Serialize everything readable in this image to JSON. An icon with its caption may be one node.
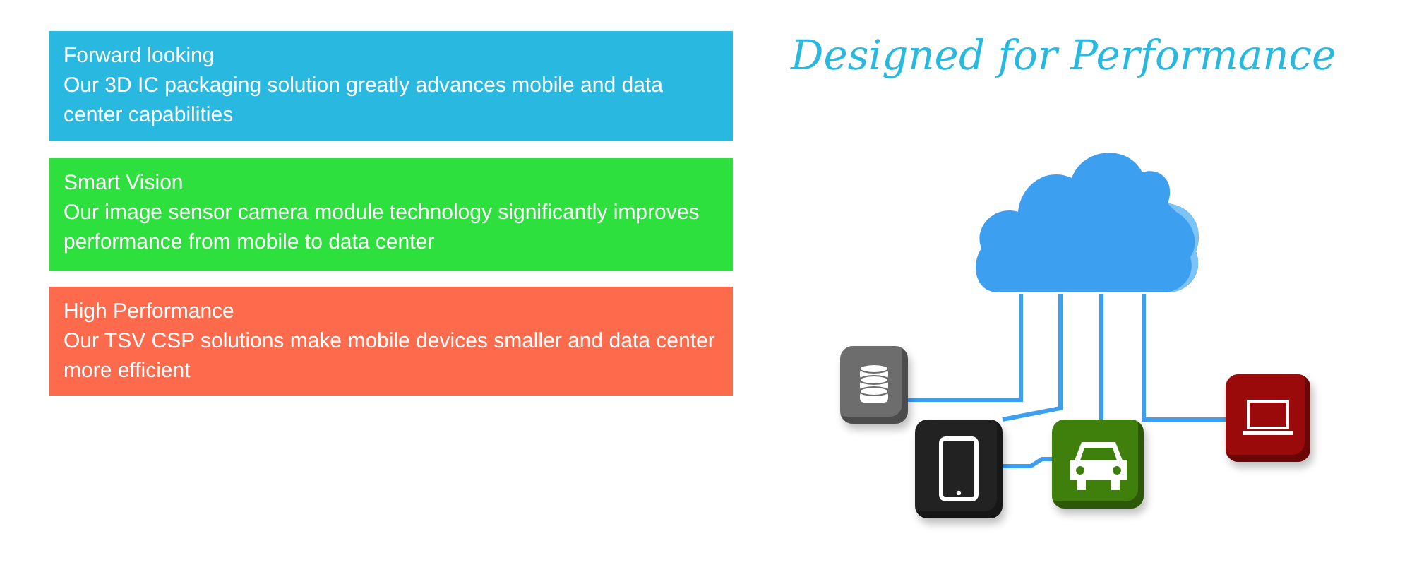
{
  "diagram": {
    "title": "Designed for Performance",
    "nodes": [
      {
        "text": [
          "Forward looking",
          "Our 3D IC packaging solution greatly advances mobile and data center capabilities"
        ]
      },
      {
        "text": [
          "Smart Vision",
          "Our image sensor camera module technology significantly improves performance from mobile to data center"
        ]
      },
      {
        "text": [
          "High Performance",
          "Our TSV CSP solutions make mobile devices smaller and data center more efficient"
        ]
      },
      {
        "text": [],
        "shape": "cloud"
      },
      {
        "text": [],
        "shape": "picture"
      },
      {
        "text": [],
        "shape": "picture"
      },
      {
        "text": [],
        "shape": "picture"
      },
      {
        "text": [],
        "shape": "picture"
      }
    ],
    "edges": [
      {
        "from": 3,
        "to": 4,
        "arrow": "none"
      },
      {
        "from": 3,
        "to": 5,
        "arrow": "none"
      },
      {
        "from": 3,
        "to": 6,
        "arrow": "none"
      },
      {
        "from": 3,
        "to": 7,
        "arrow": "none"
      },
      {
        "from": 5,
        "to": 6,
        "arrow": "none"
      }
    ]
  }
}
